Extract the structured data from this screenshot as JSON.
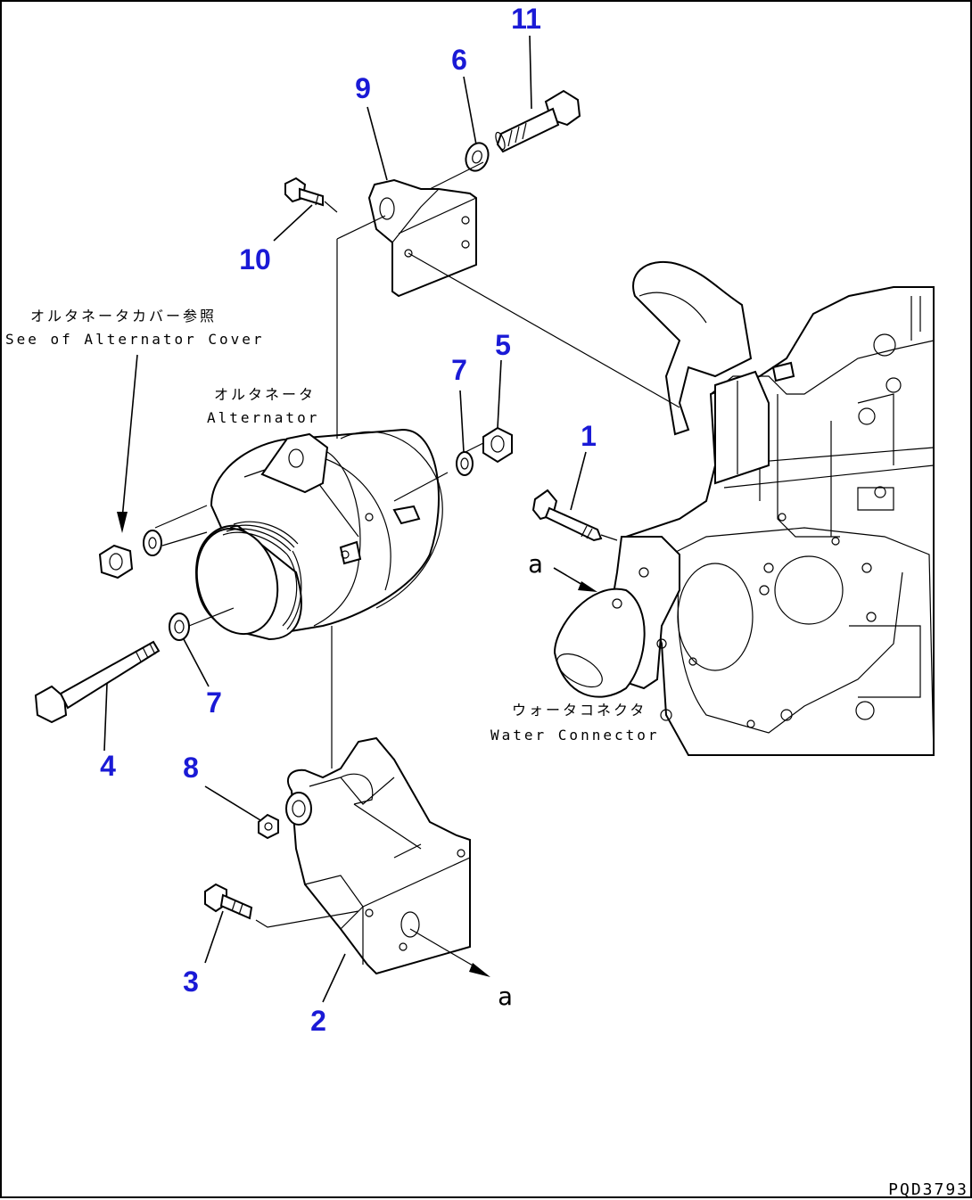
{
  "callouts": {
    "c1": "1",
    "c2": "2",
    "c3": "3",
    "c4": "4",
    "c5": "5",
    "c6": "6",
    "c7a": "7",
    "c7b": "7",
    "c8": "8",
    "c9": "9",
    "c10": "10",
    "c11": "11"
  },
  "annotations": {
    "alt_cover_jp": "オルタネータカバー参照",
    "alt_cover_en": "See of Alternator Cover",
    "alternator_jp": "オルタネータ",
    "alternator_en": "Alternator",
    "water_jp": "ウォータコネクタ",
    "water_en": "Water Connector"
  },
  "refs": {
    "a_top": "a",
    "a_bottom": "a"
  },
  "figure_code": "PQD3793",
  "colors": {
    "callout": "#1a1ad6",
    "line": "#000000"
  }
}
